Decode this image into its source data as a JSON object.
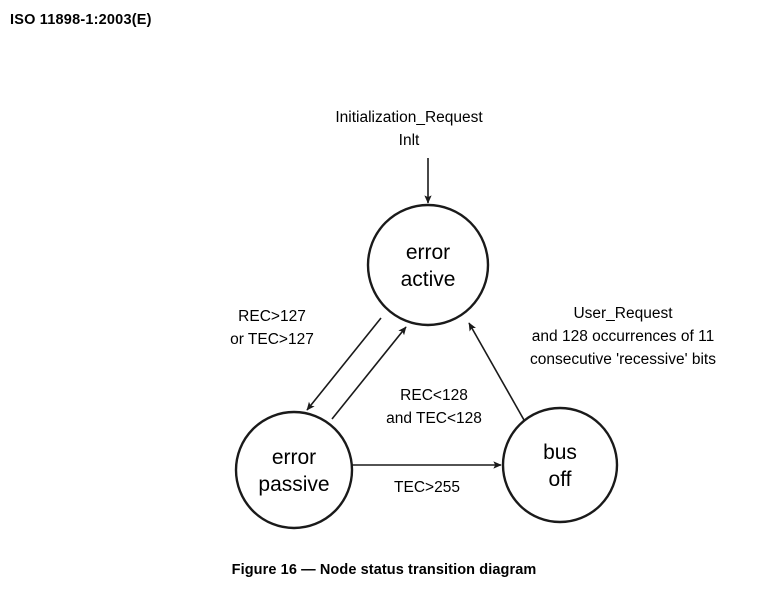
{
  "document": {
    "header": "ISO 11898-1:2003(E)",
    "caption": "Figure 16 — Node status transition diagram",
    "background_color": "#ffffff",
    "ink_color": "#1a1a1a"
  },
  "diagram": {
    "type": "state-transition-diagram",
    "states": [
      {
        "id": "error-active",
        "line1": "error",
        "line2": "active"
      },
      {
        "id": "error-passive",
        "line1": "error",
        "line2": "passive"
      },
      {
        "id": "bus-off",
        "line1": "bus",
        "line2": "off"
      }
    ],
    "transitions": [
      {
        "id": "init-to-error-active",
        "from": "start",
        "to": "error-active",
        "lines": [
          "Initialization_Request",
          "Inlt"
        ]
      },
      {
        "id": "error-active-to-error-passive",
        "from": "error-active",
        "to": "error-passive",
        "lines": [
          "REC>127",
          "or TEC>127"
        ]
      },
      {
        "id": "error-passive-to-error-active",
        "from": "error-passive",
        "to": "error-active",
        "lines": [
          "REC<128",
          "and TEC<128"
        ]
      },
      {
        "id": "error-passive-to-bus-off",
        "from": "error-passive",
        "to": "bus-off",
        "lines": [
          "TEC>255"
        ]
      },
      {
        "id": "bus-off-to-error-active",
        "from": "bus-off",
        "to": "error-active",
        "lines": [
          "User_Request",
          "and 128 occurrences of 11",
          "consecutive 'recessive' bits"
        ]
      }
    ]
  }
}
